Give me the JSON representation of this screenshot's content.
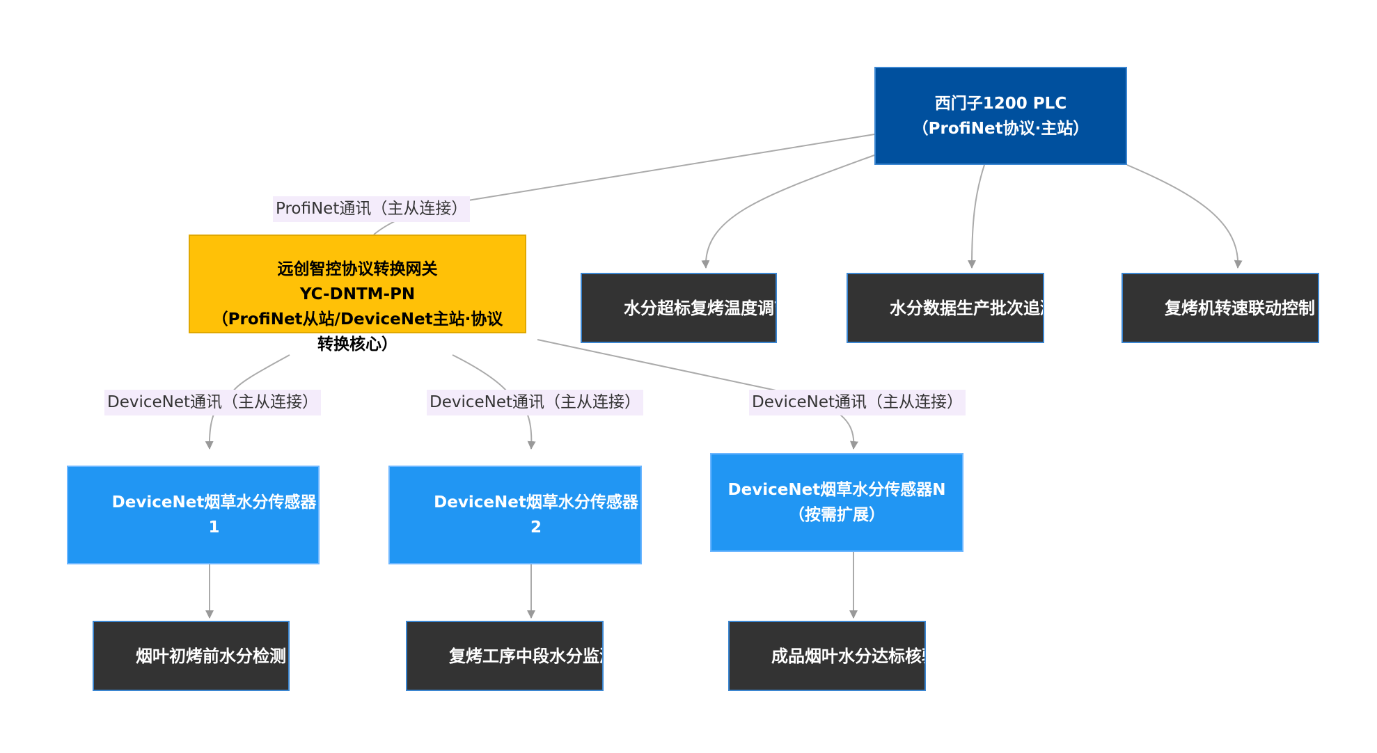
{
  "diagram": {
    "nodes": {
      "plc": "西门子1200 PLC\n（ProfiNet协议·主站）",
      "gateway": "远创智控协议转换网关\nYC-DNTM-PN\n（ProfiNet从站/DeviceNet主站·协议\n转换核心）",
      "temp_adjust": "水分超标复烤温度调节",
      "batch_trace": "水分数据生产批次追溯",
      "speed_control": "复烤机转速联动控制",
      "sensor1": "DeviceNet烟草水分传感器1",
      "sensor2": "DeviceNet烟草水分传感器2",
      "sensorN": "DeviceNet烟草水分传感器N\n（按需扩展）",
      "pre_bake": "烟叶初烤前水分检测",
      "mid_monitor": "复烤工序中段水分监测",
      "final_check": "成品烟叶水分达标核验"
    },
    "edge_labels": {
      "profinet": "ProfiNet通讯（主从连接）",
      "devicenet_1": "DeviceNet通讯（主从连接）",
      "devicenet_2": "DeviceNet通讯（主从连接）",
      "devicenet_3": "DeviceNet通讯（主从连接）"
    },
    "colors": {
      "plc_fill": "#00509e",
      "gateway_fill": "#ffc107",
      "sensor_fill": "#2196f3",
      "app_fill": "#333333",
      "edge": "#aaaaaa",
      "edge_label_bg": "#f4ecfb"
    }
  }
}
